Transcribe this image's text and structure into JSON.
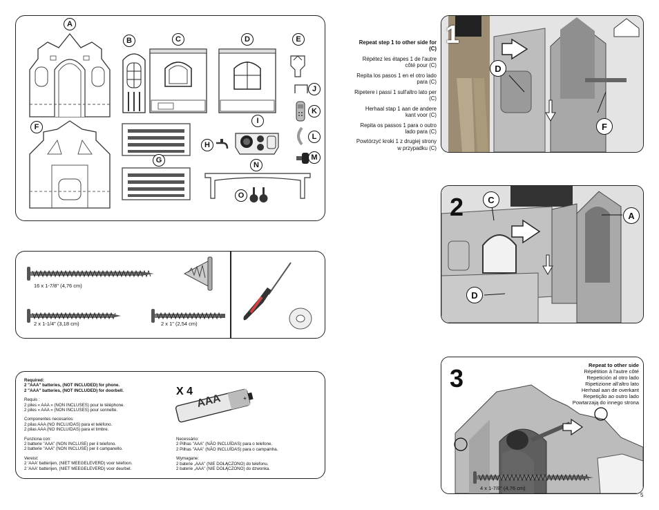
{
  "parts_labels": {
    "A": "A",
    "B": "B",
    "C": "C",
    "D": "D",
    "E": "E",
    "F": "F",
    "G": "G",
    "H": "H",
    "I": "I",
    "J": "J",
    "K": "K",
    "L": "L",
    "M": "M",
    "N": "N",
    "O": "O"
  },
  "hardware": {
    "screw_16": "16 x 1-7/8\" (4,76 cm)",
    "screw_2a": "2 x 1-1/4\" (3,18 cm)",
    "screw_2b": "2 x 1\" (2,54 cm)"
  },
  "batteries": {
    "multiplier": "X 4",
    "battery_label": "AAA",
    "en_head": "Required:",
    "en_l1": "2 \"AAA\" batteries, (NOT INCLUDED) for phone.",
    "en_l2": "2 \"AAA\" batteries, (NOT INCLUDED) for doorbell.",
    "fr_head": "Requis :",
    "fr_l1": "2 piles « AAA » (NON INCLUSES) pour le téléphone.",
    "fr_l2": "2 piles « AAA » (NON INCLUSES) pour sonnette.",
    "es_head": "Componentes necesarios:",
    "es_l1": "2 pilas AAA (NO INCLUIDAS) para el teléfono.",
    "es_l2": "2 pilas AAA (NO INCLUIDAS) para el timbre.",
    "it_head": "Funziona con:",
    "it_l1": "2 batterie \"AAA\" (NON INCLUSE) per il telefono.",
    "it_l2": "2 batterie \"AAA\" (NON INCLUSE) per il campanello.",
    "nl_head": "Vereist:",
    "nl_l1": "2 'AAA' batterijen, (NIET MEEGELEVERD) voor telefoon.",
    "nl_l2": "2 'AAA' batterijen, (NIET MEEGELEVERD) voor deurbel.",
    "pt_head": "Necessário:",
    "pt_l1": "2 Pilhas \"AAA\" (NÃO INCLUÍDAS) para o telefone.",
    "pt_l2": "2 Pilhas \"AAA\" (NÃO INCLUÍDAS) para o campainha.",
    "pl_head": "Wymagane:",
    "pl_l1": "2 baterie „AAA\" (NIE DOŁĄCZONO) do telefonu.",
    "pl_l2": "2 baterie „AAA\" (NIE DOŁĄCZONO) do dzwonka."
  },
  "step1": {
    "number": "1",
    "en": "Repeat step 1 to other side for (C)",
    "fr": "Répétez les étapes 1 de l'autre côté pour (C)",
    "es": "Repita los pasos 1 en el otro lado para (C)",
    "it": "Ripetere i passi 1 sull'altro lato per (C)",
    "nl": "Herhaal stap 1 aan de andere kant voor (C)",
    "pt": "Repita os passos 1 para o outro lado para (C)",
    "pl": "Powtórzyć kroki 1 z drugiej strony w przypadku (C)",
    "label_d": "D",
    "label_f": "F"
  },
  "step2": {
    "number": "2",
    "label_c": "C",
    "label_a": "A",
    "label_d": "D"
  },
  "step3": {
    "number": "3",
    "en": "Repeat to other side",
    "fr": "Répétition à l'autre côté",
    "es": "Repetición al otro lado",
    "it": "Ripetizione all'altro lato",
    "nl": "Herhaal aan de overkant",
    "pt": "Repetição ao outro lado",
    "pl": "Powtarzają do innego strona",
    "screw": "4 x 1-7/8\" (4,76 cm)"
  },
  "page_number": "5"
}
